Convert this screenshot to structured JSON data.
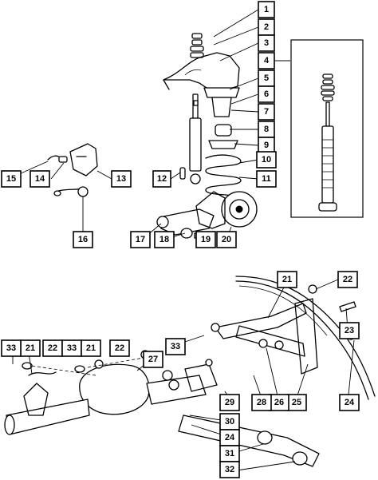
{
  "callouts": [
    {
      "label": "1"
    },
    {
      "label": "2"
    },
    {
      "label": "3"
    },
    {
      "label": "4"
    },
    {
      "label": "5"
    },
    {
      "label": "6"
    },
    {
      "label": "7"
    },
    {
      "label": "8"
    },
    {
      "label": "9"
    },
    {
      "label": "10"
    },
    {
      "label": "11"
    },
    {
      "label": "12"
    },
    {
      "label": "13"
    },
    {
      "label": "14"
    },
    {
      "label": "15"
    },
    {
      "label": "16"
    },
    {
      "label": "17"
    },
    {
      "label": "18"
    },
    {
      "label": "19"
    },
    {
      "label": "20"
    },
    {
      "label": "21"
    },
    {
      "label": "22"
    },
    {
      "label": "23"
    },
    {
      "label": "24"
    },
    {
      "label": "25"
    },
    {
      "label": "26"
    },
    {
      "label": "27"
    },
    {
      "label": "28"
    },
    {
      "label": "29"
    },
    {
      "label": "30"
    },
    {
      "label": "24"
    },
    {
      "label": "31"
    },
    {
      "label": "32"
    },
    {
      "label": "33"
    },
    {
      "label": "21"
    },
    {
      "label": "22"
    },
    {
      "label": "33"
    },
    {
      "label": "21"
    },
    {
      "label": "22"
    },
    {
      "label": "33"
    }
  ]
}
